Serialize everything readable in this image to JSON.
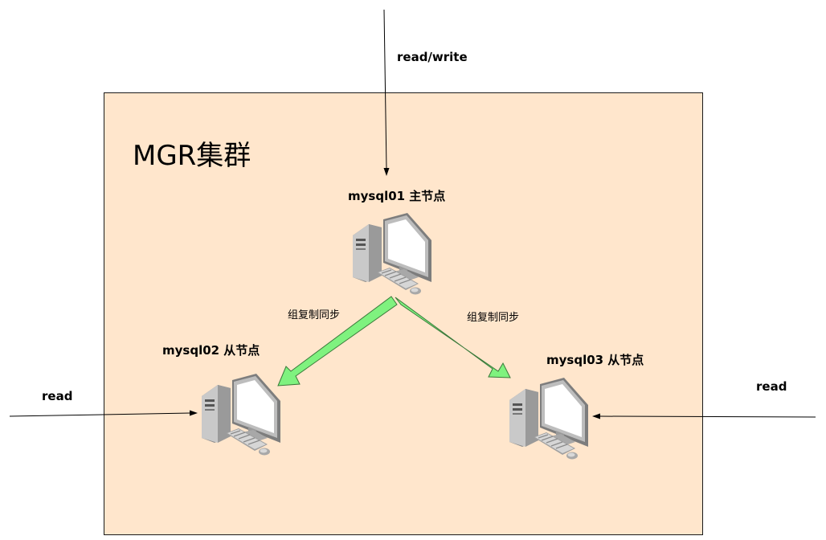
{
  "cluster": {
    "title": "MGR集群",
    "fill": "#ffe6cc",
    "stroke": "#1a1a1a"
  },
  "nodes": {
    "primary": {
      "label": "mysql01 主节点"
    },
    "secondary_left": {
      "label": "mysql02 从节点"
    },
    "secondary_right": {
      "label": "mysql03 从节点"
    }
  },
  "edges": {
    "client_readwrite": {
      "label": "read/write"
    },
    "client_read_left": {
      "label": "read"
    },
    "client_read_right": {
      "label": "read"
    },
    "replication_left": {
      "label": "组复制同步"
    },
    "replication_right": {
      "label": "组复制同步"
    }
  },
  "colors": {
    "replication_arrow": "#7ff27f",
    "replication_arrow_stroke": "#3a7a3a",
    "line": "#000000"
  },
  "icons": {
    "node": "desktop-computer-icon"
  }
}
